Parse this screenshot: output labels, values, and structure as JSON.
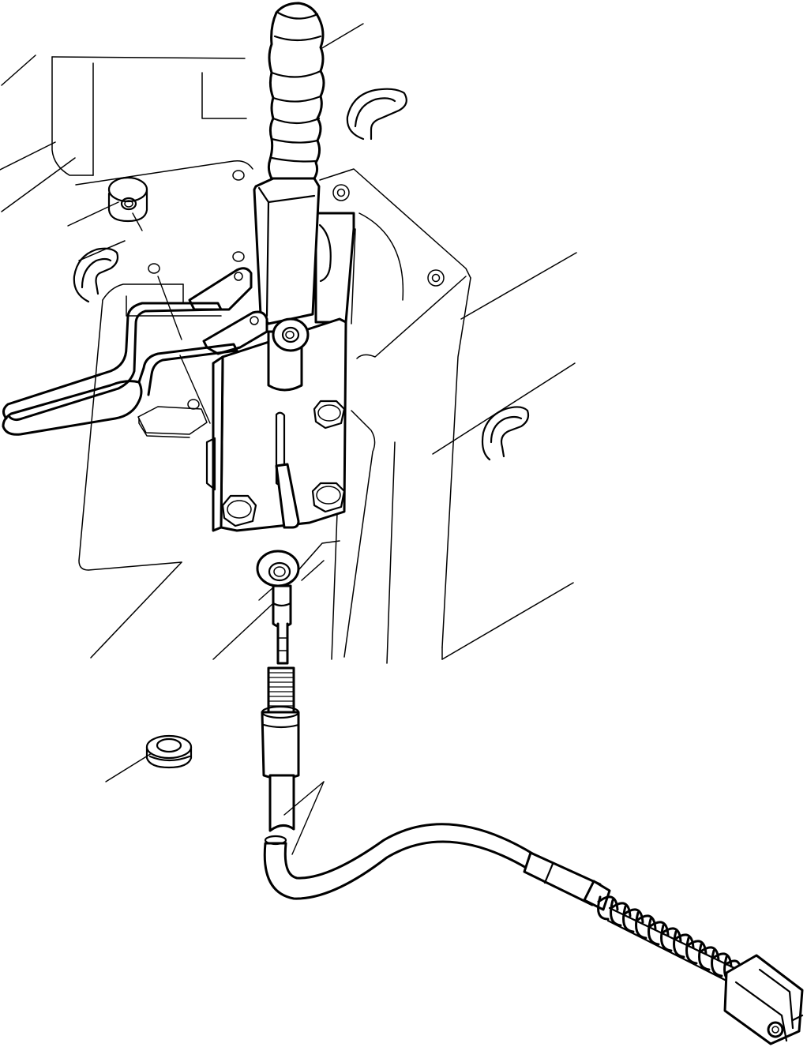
{
  "diagram": {
    "ink_color": "#000000",
    "paper_color": "#ffffff",
    "parts": [
      {
        "id": "parking-brake-lever",
        "icon": "lever-with-grip"
      },
      {
        "id": "lever-bracket",
        "icon": "bracket-plate"
      },
      {
        "id": "spring-clip",
        "icon": "wire-clip"
      },
      {
        "id": "spacer-nut",
        "icon": "hex-nut"
      },
      {
        "id": "clevis-ball-joint",
        "icon": "rod-end"
      },
      {
        "id": "grommet",
        "icon": "rubber-grommet"
      },
      {
        "id": "brake-cable",
        "icon": "cable-with-spring"
      }
    ]
  }
}
